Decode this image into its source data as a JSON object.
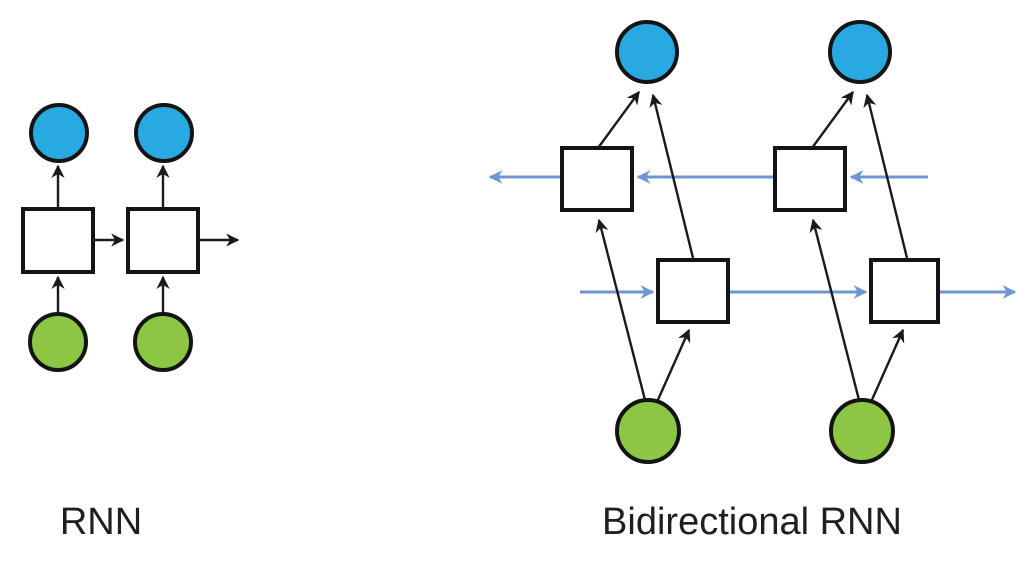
{
  "figure": {
    "description": "Comparison diagram of a simple RNN and a Bidirectional RNN",
    "background": "#ffffff"
  },
  "labels": {
    "left": "RNN",
    "right": "Bidirectional RNN"
  },
  "colors": {
    "output_node": "#29A9E1",
    "input_node": "#8CC644",
    "hidden_node": "#FFFFFF",
    "node_stroke": "#141414",
    "black_arrow": "#1a1a1a",
    "blue_arrow": "#6E96D2",
    "label_text": "#1f1f1f"
  },
  "diagrams": {
    "rnn": {
      "label": "RNN",
      "timesteps": 2,
      "layers": [
        "input",
        "hidden",
        "output"
      ],
      "node_shapes": {
        "input": "green circle",
        "hidden": "white square",
        "output": "blue circle"
      },
      "recurrence_direction": "forward",
      "edges": [
        "input1 -> hidden1",
        "input2 -> hidden2",
        "hidden1 -> output1",
        "hidden2 -> output2",
        "hidden1 -> hidden2",
        "hidden2 -> (next)"
      ]
    },
    "bidirectional_rnn": {
      "label": "Bidirectional RNN",
      "timesteps": 2,
      "layers": [
        "input",
        "forward-hidden",
        "backward-hidden",
        "output"
      ],
      "node_shapes": {
        "input": "green circle",
        "hidden": "white square",
        "output": "blue circle"
      },
      "recurrence_direction": "both",
      "blue_arrow_rows": {
        "backward_row": "points left",
        "forward_row": "points right"
      },
      "edges": [
        "input1 -> forward1",
        "input1 -> backward1",
        "input2 -> forward2",
        "input2 -> backward2",
        "forward1 -> output1",
        "backward1 -> output1",
        "forward2 -> output2",
        "backward2 -> output2",
        "backward chain: right-to-left",
        "forward chain: left-to-right"
      ]
    }
  }
}
